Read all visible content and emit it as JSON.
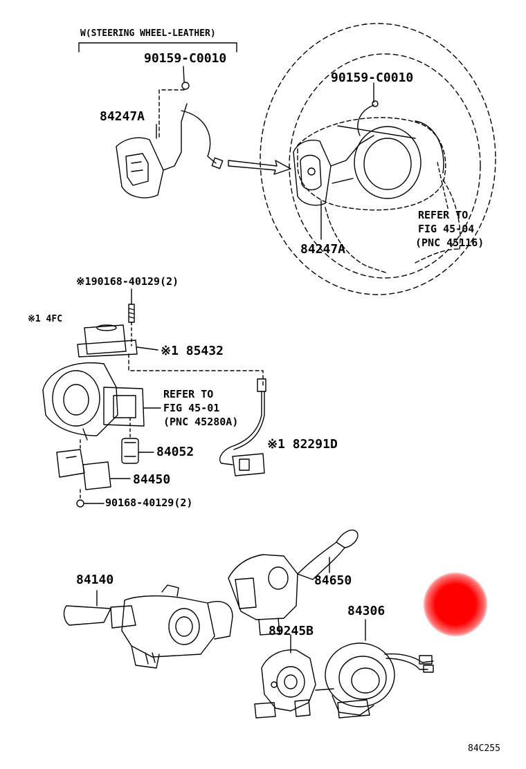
{
  "labels": {
    "w_steering_wheel_leather": "W(STEERING WHEEL-LEATHER)",
    "screw_top_left": "90159-C0010",
    "screw_top_right": "90159-C0010",
    "switch_left": "84247A",
    "switch_right": "84247A",
    "refer_1_line1": "REFER TO",
    "refer_1_line2": "FIG 45-04",
    "refer_1_line3": "(PNC 45116)",
    "screw_mid": "※190168-40129(2)",
    "note_4fc": "※1 4FC",
    "part_85432": "※1 85432",
    "refer_2_line1": "REFER TO",
    "refer_2_line2": "FIG 45-01",
    "refer_2_line3": "(PNC 45280A)",
    "part_82291d": "※1 82291D",
    "part_84052": "84052",
    "part_84450": "84450",
    "screw_bottom": "90168-40129(2)",
    "part_84140": "84140",
    "part_84650": "84650",
    "part_84306": "84306",
    "part_89245b": "89245B",
    "figure_code": "84C255"
  },
  "marker_color": "#ff0000"
}
